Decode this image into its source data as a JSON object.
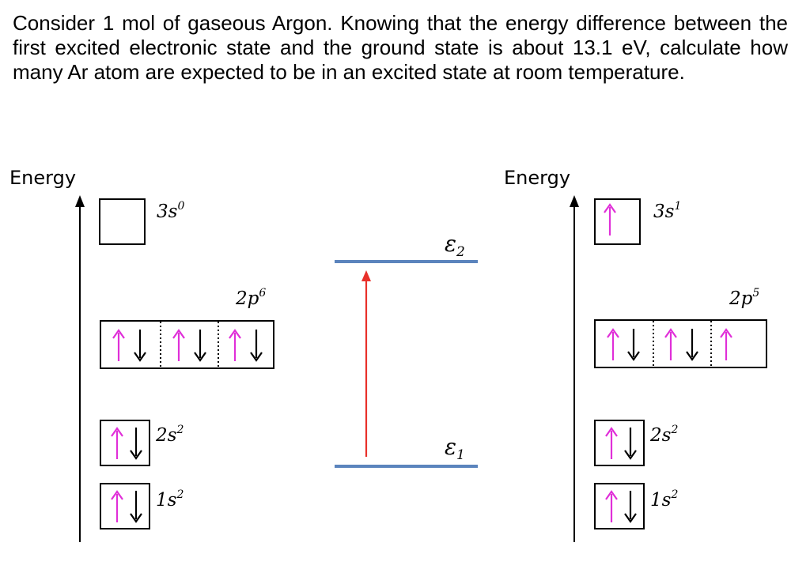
{
  "question": "Consider 1 mol of gaseous Argon. Knowing that the energy difference between the first excited electronic state and the ground state is about 13.1 eV, calculate how many Ar atom are expected to be in an excited state at room temperature.",
  "colors": {
    "spin_up": "#e02fd8",
    "spin_down": "#000000",
    "energy_level": "#5b84bd",
    "transition_arrow": "#e8302a"
  },
  "ground_state": {
    "axis_label": "Energy",
    "orbitals": [
      {
        "name": "3s",
        "occupancy": "0",
        "electrons": []
      },
      {
        "name": "2p",
        "occupancy": "6",
        "electrons": [
          [
            "up",
            "down"
          ],
          [
            "up",
            "down"
          ],
          [
            "up",
            "down"
          ]
        ]
      },
      {
        "name": "2s",
        "occupancy": "2",
        "electrons": [
          [
            "up",
            "down"
          ]
        ]
      },
      {
        "name": "1s",
        "occupancy": "2",
        "electrons": [
          [
            "up",
            "down"
          ]
        ]
      }
    ]
  },
  "excited_state": {
    "axis_label": "Energy",
    "orbitals": [
      {
        "name": "3s",
        "occupancy": "1",
        "electrons": [
          [
            "up"
          ]
        ]
      },
      {
        "name": "2p",
        "occupancy": "5",
        "electrons": [
          [
            "up",
            "down"
          ],
          [
            "up",
            "down"
          ],
          [
            "up"
          ]
        ]
      },
      {
        "name": "2s",
        "occupancy": "2",
        "electrons": [
          [
            "up",
            "down"
          ]
        ]
      },
      {
        "name": "1s",
        "occupancy": "2",
        "electrons": [
          [
            "up",
            "down"
          ]
        ]
      }
    ]
  },
  "levels": {
    "upper": {
      "symbol": "ε",
      "subscript": "2"
    },
    "lower": {
      "symbol": "ε",
      "subscript": "1"
    }
  }
}
